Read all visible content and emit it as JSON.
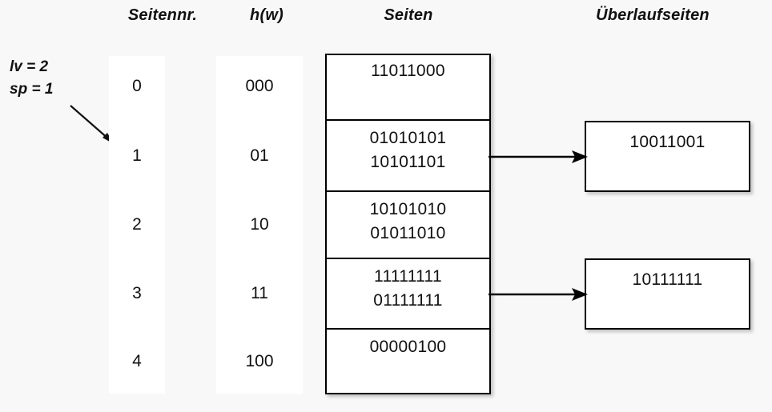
{
  "headers": {
    "page_number": "Seitennr.",
    "hash": "h(w)",
    "pages": "Seiten",
    "overflow_pages": "Überlaufseiten"
  },
  "pointer_annotation": {
    "level": "lv = 2",
    "split_pointer": "sp = 1",
    "arrow": "diagonal-arrow-icon"
  },
  "page_numbers": [
    "0",
    "1",
    "2",
    "3",
    "4"
  ],
  "hash_values": [
    "000",
    "01",
    "10",
    "11",
    "100"
  ],
  "pages": [
    {
      "records": [
        "11011000"
      ]
    },
    {
      "records": [
        "01010101",
        "10101101"
      ]
    },
    {
      "records": [
        "10101010",
        "01011010"
      ]
    },
    {
      "records": [
        "11111111",
        "01111111"
      ]
    },
    {
      "records": [
        "00000100"
      ]
    }
  ],
  "overflow_pages": [
    {
      "records": [
        "10011001"
      ],
      "from_page": "1"
    },
    {
      "records": [
        "10111111"
      ],
      "from_page": "3"
    }
  ],
  "colors": {
    "background": "#f8f8f8",
    "surface": "#ffffff",
    "stroke": "#000000",
    "text": "#111111"
  }
}
